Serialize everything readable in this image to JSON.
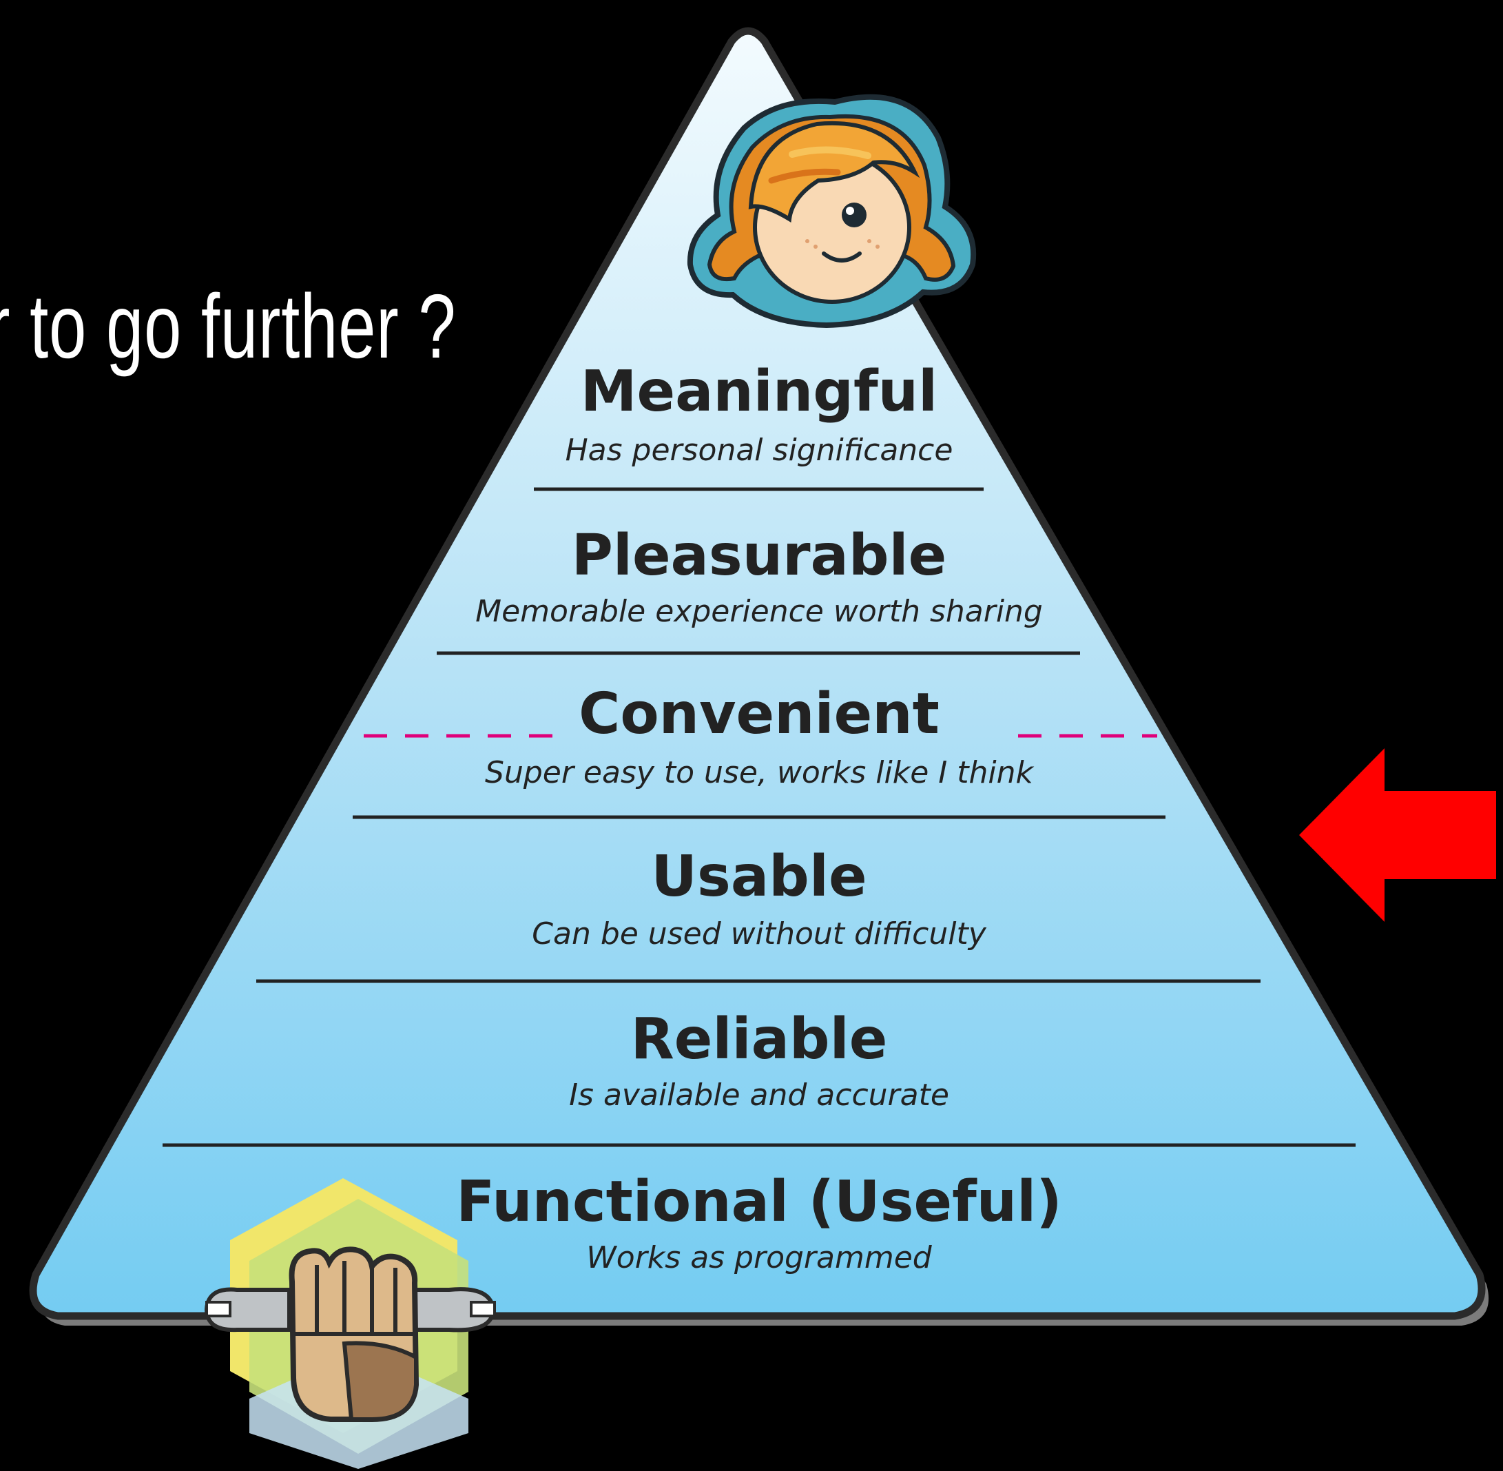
{
  "slide": {
    "heading": "r to go further ?"
  },
  "pyramid": {
    "levels": [
      {
        "title": "Meaningful",
        "description": "Has personal significance"
      },
      {
        "title": "Pleasurable",
        "description": "Memorable experience worth sharing"
      },
      {
        "title": "Convenient",
        "description": "Super easy to use, works like I think"
      },
      {
        "title": "Usable",
        "description": "Can be used without difficulty"
      },
      {
        "title": "Reliable",
        "description": "Is available and accurate"
      },
      {
        "title": "Functional (Useful)",
        "description": "Works as programmed"
      }
    ],
    "top_icon": "smiling-girl-face-icon",
    "bottom_icon": "fist-holding-wrench-icon"
  },
  "marker": {
    "dashed_line_level": "Convenient",
    "arrow_points_to": "Usable",
    "arrow_icon": "red-arrow-left-icon"
  },
  "colors": {
    "background": "#000000",
    "pyramid_top": "#eef8fd",
    "pyramid_bottom": "#7ccff2",
    "outline": "#2b2b2b",
    "dashed_line": "#e0007a",
    "arrow": "#ff0000",
    "text": "#222222"
  }
}
